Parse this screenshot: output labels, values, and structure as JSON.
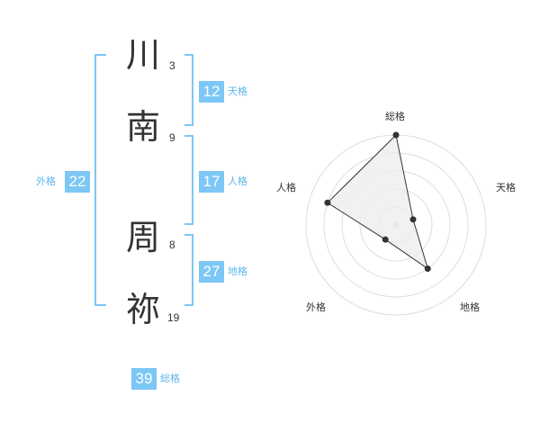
{
  "colors": {
    "badge": "#7cc7f5",
    "label": "#5fb6ec",
    "bracket": "#7cc7f5",
    "text": "#333333",
    "radar_fill": "#eeeeee"
  },
  "name": {
    "characters": [
      {
        "char": "川",
        "strokes": "3"
      },
      {
        "char": "南",
        "strokes": "9"
      },
      {
        "char": "周",
        "strokes": "8"
      },
      {
        "char": "祢",
        "strokes": "19"
      }
    ]
  },
  "kakusu": {
    "tenkaku": {
      "value": "12",
      "label": "天格"
    },
    "jinkaku": {
      "value": "17",
      "label": "人格"
    },
    "chikaku": {
      "value": "27",
      "label": "地格"
    },
    "gaikaku": {
      "value": "22",
      "label": "外格"
    },
    "soukaku": {
      "value": "39",
      "label": "総格"
    }
  },
  "chart_data": {
    "type": "radar",
    "axes": [
      "総格",
      "天格",
      "地格",
      "外格",
      "人格"
    ],
    "max": 5,
    "values": [
      5,
      1,
      3,
      1,
      4
    ]
  }
}
